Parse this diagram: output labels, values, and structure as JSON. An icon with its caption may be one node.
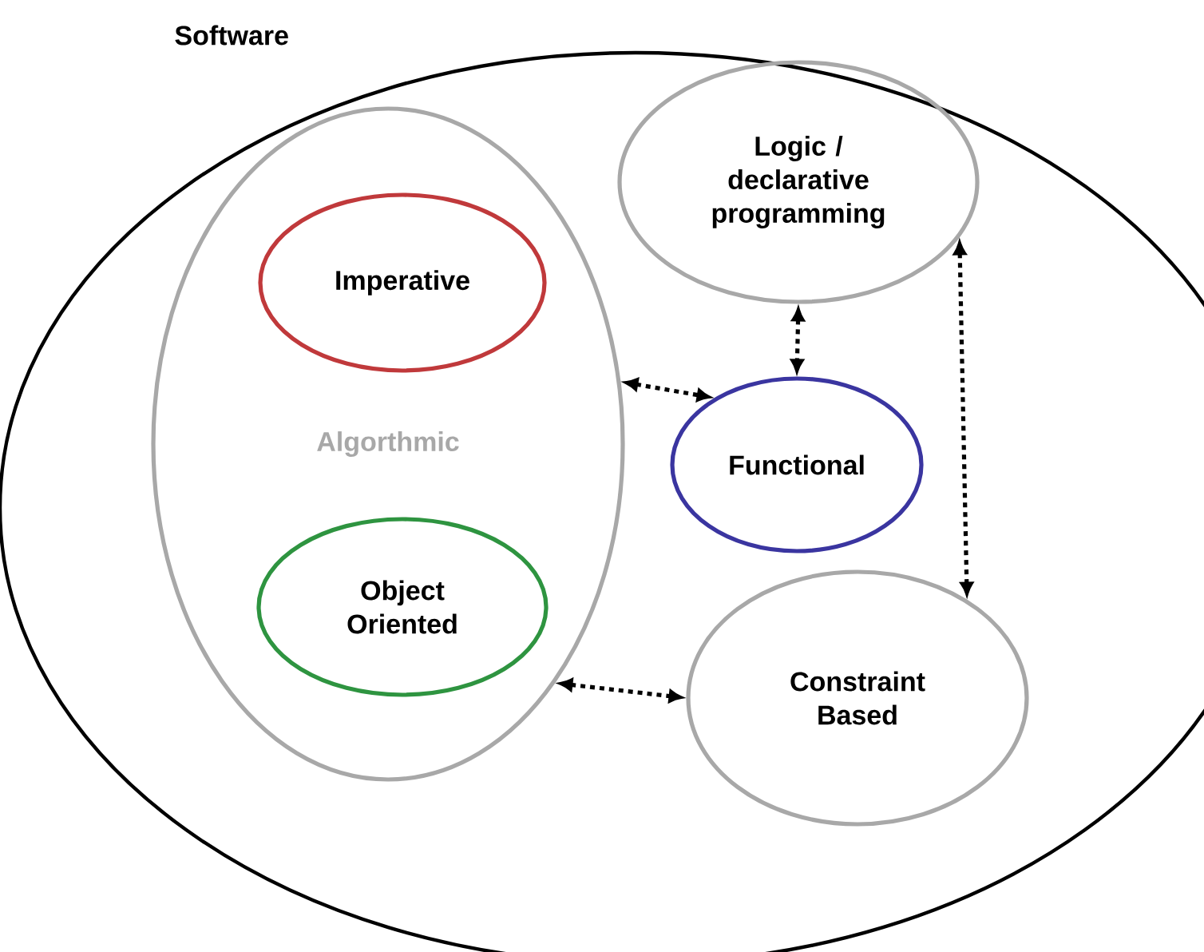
{
  "diagram": {
    "nodes": [
      {
        "text": [
          "Software"
        ]
      },
      {
        "text": [
          "Algorthmic"
        ],
        "in": 0
      },
      {
        "text": [
          "Imperative"
        ],
        "in": 1
      },
      {
        "text": [
          "Object Oriented"
        ],
        "in": 1
      },
      {
        "text": [
          "Logic / declarative programming"
        ],
        "in": 0
      },
      {
        "text": [
          "Functional"
        ],
        "in": 0
      },
      {
        "text": [
          "Constraint Based"
        ],
        "in": 0
      }
    ],
    "edges": [
      {
        "from": 1,
        "to": 5,
        "arrow": "both"
      },
      {
        "from": 4,
        "to": 5,
        "arrow": "both"
      },
      {
        "from": 4,
        "to": 6,
        "arrow": "both"
      },
      {
        "from": 1,
        "to": 6,
        "arrow": "both"
      }
    ]
  }
}
